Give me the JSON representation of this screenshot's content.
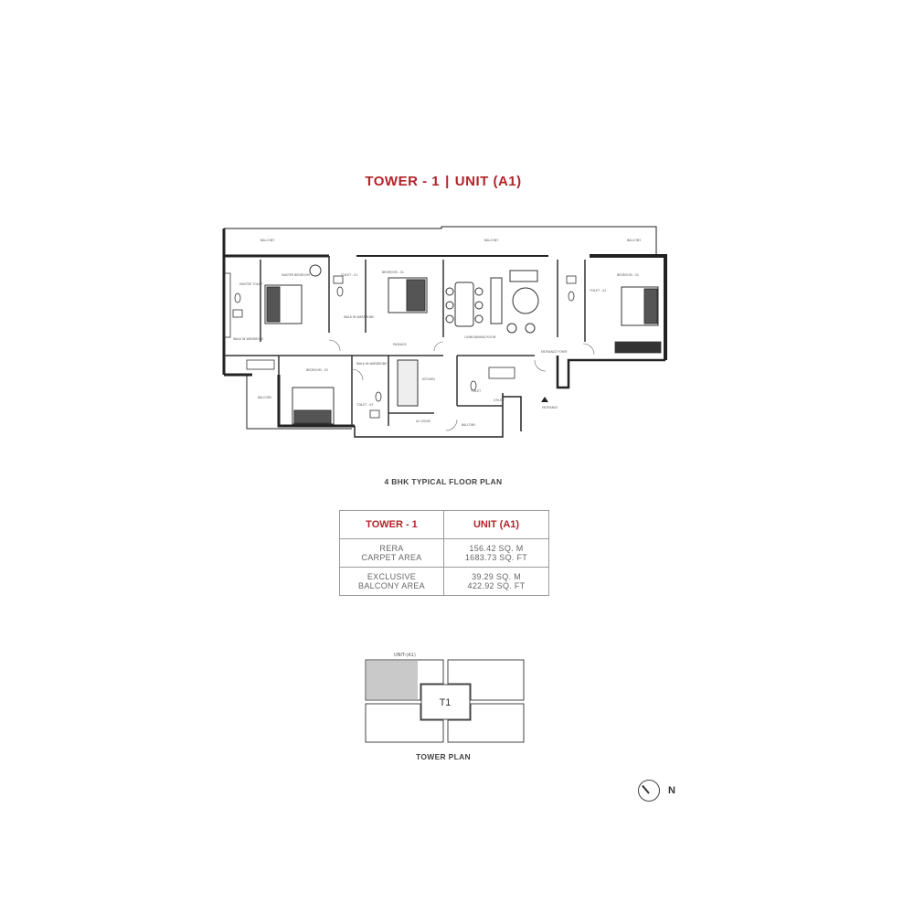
{
  "title": {
    "tower": "TOWER - 1",
    "separator": "|",
    "unit": "UNIT (A1)",
    "color": "#b3232a"
  },
  "floor_plan": {
    "caption": "4 BHK TYPICAL FLOOR PLAN",
    "rooms": {
      "balcony_left": "BALCONY",
      "balcony_mid": "BALCONY",
      "balcony_right": "BALCONY",
      "master_bedroom": "MASTER BEDROOM",
      "master_toilet": "MASTER TOILET",
      "toilet_1": "TOILET - 01",
      "bedroom_1": "BEDROOM - 01",
      "walkin_1": "WALK IN WARDROBE",
      "walkin_2": "WALK IN WARDROBE",
      "living_dining": "LIVING/DINING ROOM",
      "bedroom_2": "BEDROOM - 02",
      "toilet_2": "TOILET - 02",
      "passage": "PASSAGE",
      "entrance_foyer": "ENTRANCE FOYER",
      "entrance": "ENTRANCE",
      "bedroom_3": "BEDROOM - 03",
      "balcony_bottom_left": "BALCONY",
      "walkin_3": "WALK IN WARDROBE",
      "toilet_3": "TOILET - 03",
      "kitchen": "KITCHEN",
      "ac_ledge": "AC LEDGE",
      "balcony_bottom": "BALCONY",
      "toilet_4": "TOILET",
      "utility": "UTILITY"
    }
  },
  "area_table": {
    "header_tower": "TOWER - 1",
    "header_unit": "UNIT (A1)",
    "rows": [
      {
        "name_line1": "RERA",
        "name_line2": "CARPET AREA",
        "value_line1": "156.42 SQ. M",
        "value_line2": "1683.73 SQ. FT"
      },
      {
        "name_line1": "EXCLUSIVE",
        "name_line2": "BALCONY AREA",
        "value_line1": "39.29 SQ. M",
        "value_line2": "422.92 SQ. FT"
      }
    ]
  },
  "tower_plan": {
    "caption": "TOWER PLAN",
    "unit_label": "UNIT-(A1)",
    "core_label": "T1"
  },
  "north": {
    "label": "N",
    "icon": "north-compass-icon"
  }
}
